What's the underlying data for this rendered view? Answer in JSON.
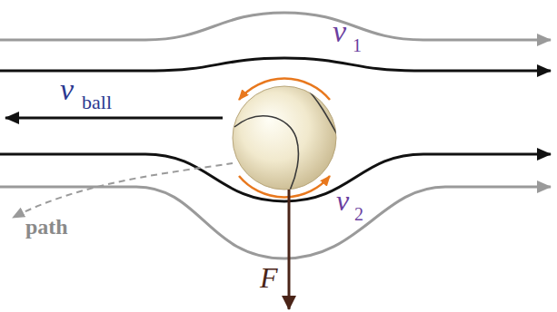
{
  "diagram": {
    "labels": [
      "v",
      "ball",
      "v",
      "1",
      "v",
      "2",
      "F",
      "path"
    ]
  }
}
